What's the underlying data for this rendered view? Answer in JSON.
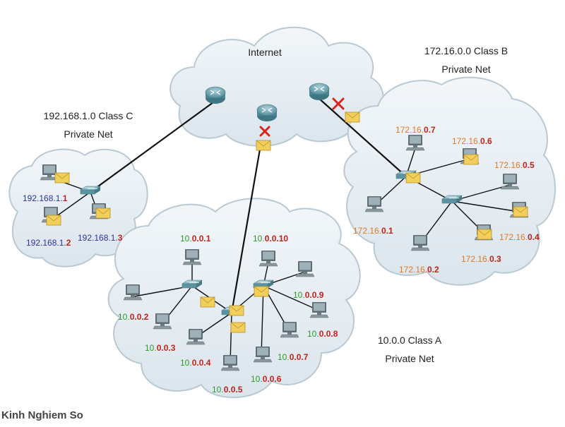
{
  "labels": {
    "internet": "Internet",
    "net_c_line1": "192.168.1.0 Class C",
    "net_c_line2": "Private Net",
    "net_b_line1": "172.16.0.0 Class B",
    "net_b_line2": "Private Net",
    "net_a_line1": "10.0.0 Class A",
    "net_a_line2": "Private Net"
  },
  "watermark": "Kinh Nghiem So",
  "colors": {
    "cloud_fill": "#e7eef3",
    "cloud_stroke": "#b9c9d3",
    "link": "#111111",
    "router": "#5a9aa8",
    "computer": "#7c8a90",
    "envelope": "#f2cf5b",
    "error_x": "#d9231c",
    "class_c_prefix": "#2b33a8",
    "class_a_prefix": "#2e9a2e",
    "class_b_prefix": "#e07a20",
    "host_octet": "#c0231a"
  },
  "networks": {
    "class_c": {
      "hosts": [
        {
          "prefix": "192.168.1.",
          "host": "1"
        },
        {
          "prefix": "192.168.1.",
          "host": "2"
        },
        {
          "prefix": "192.168.1.",
          "host": "3"
        }
      ]
    },
    "class_a": {
      "hosts": [
        {
          "prefix": "10.",
          "host": "0.0.1"
        },
        {
          "prefix": "10.",
          "host": "0.0.2"
        },
        {
          "prefix": "10.",
          "host": "0.0.3"
        },
        {
          "prefix": "10.",
          "host": "0.0.4"
        },
        {
          "prefix": "10.",
          "host": "0.0.5"
        },
        {
          "prefix": "10.",
          "host": "0.0.6"
        },
        {
          "prefix": "10.",
          "host": "0.0.7"
        },
        {
          "prefix": "10.",
          "host": "0.0.8"
        },
        {
          "prefix": "10.",
          "host": "0.0.9"
        },
        {
          "prefix": "10.",
          "host": "0.0.10"
        }
      ]
    },
    "class_b": {
      "hosts": [
        {
          "prefix": "172.16.",
          "host": "0.1"
        },
        {
          "prefix": "172.16.",
          "host": "0.2"
        },
        {
          "prefix": "172.16.",
          "host": "0.3"
        },
        {
          "prefix": "172.16.",
          "host": "0.4"
        },
        {
          "prefix": "172.16.",
          "host": "0.5"
        },
        {
          "prefix": "172.16.",
          "host": "0.6"
        },
        {
          "prefix": "172.16.",
          "host": "0.7"
        }
      ]
    }
  }
}
